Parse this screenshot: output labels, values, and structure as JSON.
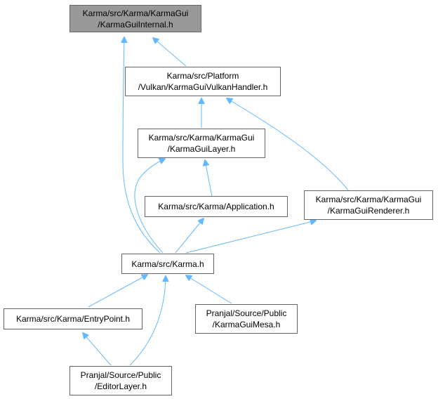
{
  "nodes": {
    "karmagui_internal": {
      "line1": "Karma/src/Karma/KarmaGui",
      "line2": "/KarmaGuiInternal.h"
    },
    "vulkan_handler": {
      "line1": "Karma/src/Platform",
      "line2": "/Vulkan/KarmaGuiVulkanHandler.h"
    },
    "karmagui_layer": {
      "line1": "Karma/src/Karma/KarmaGui",
      "line2": "/KarmaGuiLayer.h"
    },
    "application": {
      "line1": "Karma/src/Karma/Application.h"
    },
    "karmagui_renderer": {
      "line1": "Karma/src/Karma/KarmaGui",
      "line2": "/KarmaGuiRenderer.h"
    },
    "karma_h": {
      "line1": "Karma/src/Karma.h"
    },
    "entrypoint": {
      "line1": "Karma/src/Karma/EntryPoint.h"
    },
    "karmagui_mesa": {
      "line1": "Pranjal/Source/Public",
      "line2": "/KarmaGuiMesa.h"
    },
    "editor_layer": {
      "line1": "Pranjal/Source/Public",
      "line2": "/EditorLayer.h"
    }
  },
  "colors": {
    "edge": "#63b8ff",
    "root_fill": "#999999",
    "border": "#666666"
  }
}
